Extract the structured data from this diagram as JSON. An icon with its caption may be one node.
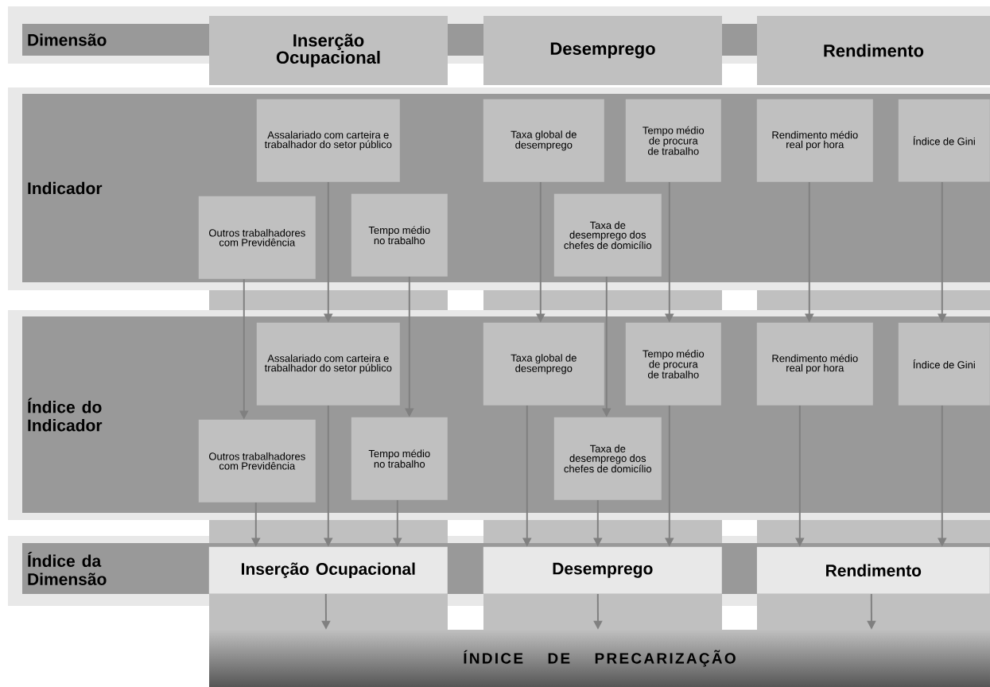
{
  "diagram": {
    "nodes": [
      {
        "text": [
          "Dimensão"
        ]
      },
      {
        "text": [
          "Inserção Ocupacional"
        ]
      },
      {
        "text": [
          "Desemprego"
        ]
      },
      {
        "text": [
          "Rendimento"
        ]
      },
      {
        "text": [
          "Indicador"
        ]
      },
      {
        "text": [
          "Assalariado com carteira e trabalhador do setor público"
        ],
        "in": 4
      },
      {
        "text": [
          "Taxa global de desemprego"
        ],
        "in": 4
      },
      {
        "text": [
          "Tempo médio de procura de trabalho"
        ],
        "in": 4
      },
      {
        "text": [
          "Rendimento médio real por hora"
        ],
        "in": 4
      },
      {
        "text": [
          "Índice de Gini"
        ],
        "in": 4
      },
      {
        "text": [
          "Outros trabalhadores com Previdência"
        ],
        "in": 4
      },
      {
        "text": [
          "Tempo médio no trabalho"
        ],
        "in": 4
      },
      {
        "text": [
          "Taxa de desemprego dos chefes de domicílio"
        ],
        "in": 4
      },
      {
        "text": [
          "Índice do Indicador"
        ]
      },
      {
        "text": [
          "Assalariado com carteira e trabalhador do setor público"
        ],
        "in": 13
      },
      {
        "text": [
          "Taxa global de desemprego"
        ],
        "in": 13
      },
      {
        "text": [
          "Tempo médio de procura de trabalho"
        ],
        "in": 13
      },
      {
        "text": [
          "Rendimento médio real por hora"
        ],
        "in": 13
      },
      {
        "text": [
          "Índice de Gini"
        ],
        "in": 13
      },
      {
        "text": [
          "Outros trabalhadores com Previdência"
        ],
        "in": 13
      },
      {
        "text": [
          "Tempo médio no trabalho"
        ],
        "in": 13
      },
      {
        "text": [
          "Taxa de desemprego dos chefes de domicílio"
        ],
        "in": 13
      },
      {
        "text": [
          "Índice da Dimensão"
        ]
      },
      {
        "text": [
          "Inserção Ocupacional"
        ],
        "in": 22
      },
      {
        "text": [
          "Desemprego"
        ],
        "in": 22
      },
      {
        "text": [
          "Rendimento"
        ],
        "in": 22
      },
      {
        "text": [
          "ÍNDICE DE PRECARIZAÇÃO"
        ]
      }
    ],
    "edges": [
      {
        "from": 5,
        "to": 14,
        "arrow": "to"
      },
      {
        "from": 10,
        "to": 19,
        "arrow": "to"
      },
      {
        "from": 11,
        "to": 20,
        "arrow": "to"
      },
      {
        "from": 6,
        "to": 15,
        "arrow": "to"
      },
      {
        "from": 12,
        "to": 21,
        "arrow": "to"
      },
      {
        "from": 7,
        "to": 16,
        "arrow": "to"
      },
      {
        "from": 8,
        "to": 17,
        "arrow": "to"
      },
      {
        "from": 9,
        "to": 18,
        "arrow": "to"
      },
      {
        "from": 19,
        "to": 23,
        "arrow": "to"
      },
      {
        "from": 14,
        "to": 23,
        "arrow": "to"
      },
      {
        "from": 20,
        "to": 23,
        "arrow": "to"
      },
      {
        "from": 15,
        "to": 24,
        "arrow": "to"
      },
      {
        "from": 21,
        "to": 24,
        "arrow": "to"
      },
      {
        "from": 16,
        "to": 24,
        "arrow": "to"
      },
      {
        "from": 17,
        "to": 25,
        "arrow": "to"
      },
      {
        "from": 18,
        "to": 25,
        "arrow": "to"
      },
      {
        "from": 23,
        "to": 26,
        "arrow": "to"
      },
      {
        "from": 24,
        "to": 26,
        "arrow": "to"
      },
      {
        "from": 25,
        "to": 26,
        "arrow": "to"
      }
    ]
  }
}
